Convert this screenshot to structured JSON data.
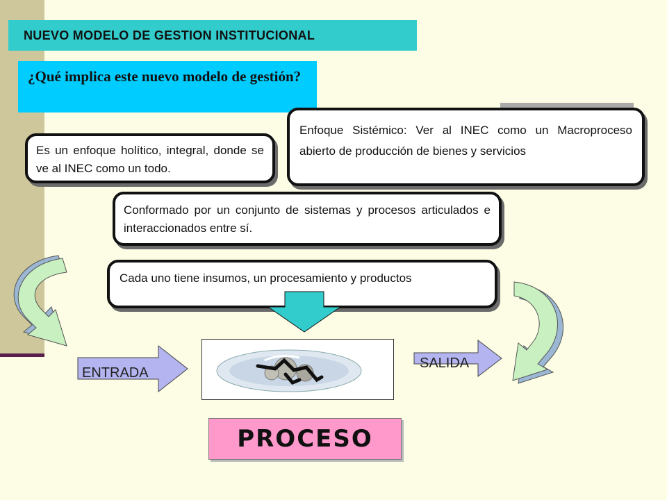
{
  "title": "NUEVO MODELO DE GESTION INSTITUCIONAL",
  "question": "¿Qué implica este nuevo modelo de gestión?",
  "boxes": {
    "holistic": "Es un enfoque holítico, integral, donde se ve al INEC como un todo.",
    "systemic": "Enfoque Sistémico: Ver al INEC como un Macroproceso abierto de producción de bienes y servicios",
    "conformed": "Conformado por un conjunto de sistemas y procesos articulados e interaccionados entre sí.",
    "each_one": "Cada uno tiene insumos, un procesamiento y productos"
  },
  "flow": {
    "entrada": "ENTRADA",
    "salida": "SALIDA",
    "proceso": "PROCESO"
  },
  "colors": {
    "title_bg": "#33cccc",
    "question_bg": "#00ccff",
    "proceso_bg": "#ff99cc",
    "arrow_fill": "#b4b4f0",
    "down_arrow": "#33cccc",
    "curve_arrow": "#9fd49f"
  },
  "icons": [
    "gears-clipart-icon"
  ]
}
